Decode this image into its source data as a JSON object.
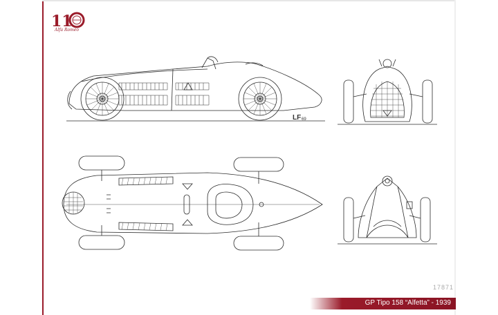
{
  "logo": {
    "number": "110",
    "script": "Alfa Romeo"
  },
  "designer": {
    "initials": "LF",
    "number": "69"
  },
  "serial": "17871",
  "title": "GP Tipo 158 “Alfetta” - 1939",
  "colors": {
    "accent": "#9a1b2a",
    "line": "#2a2a2a"
  }
}
